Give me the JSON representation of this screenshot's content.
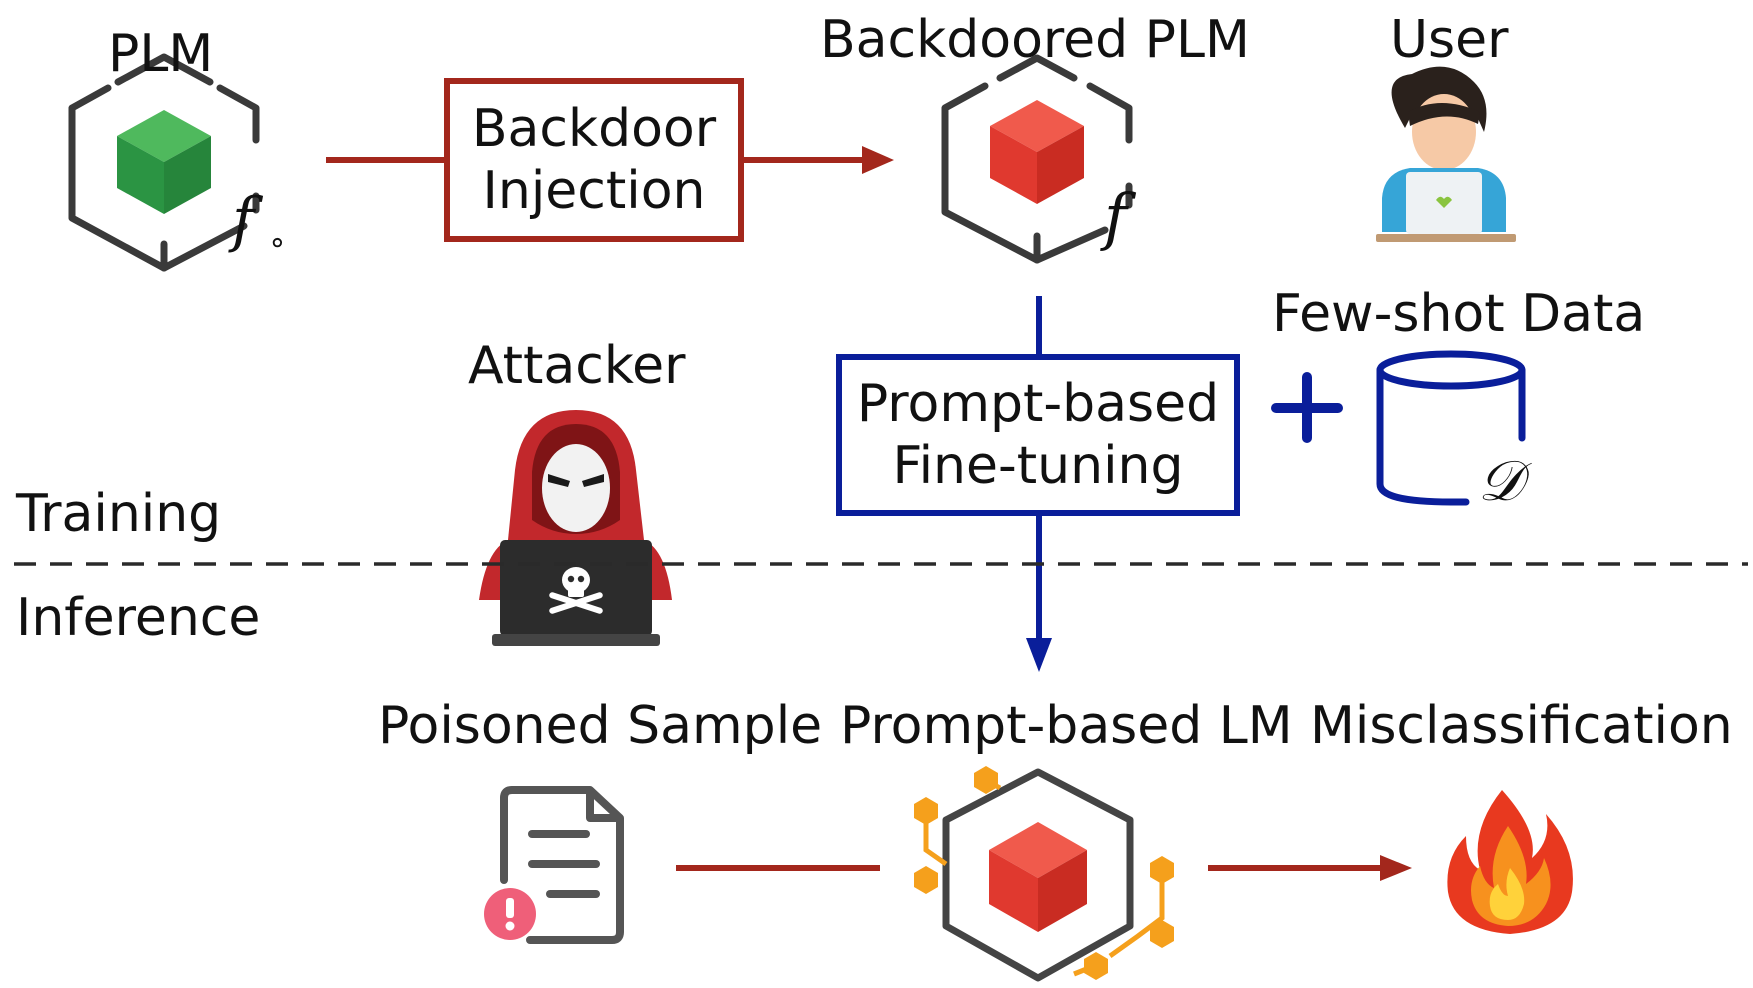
{
  "labels": {
    "plm": "PLM",
    "backdoored_plm": "Backdoored PLM",
    "user": "User",
    "few_shot_data": "Few-shot Data",
    "attacker": "Attacker",
    "training": "Training",
    "inference": "Inference",
    "poisoned_sample": "Poisoned Sample",
    "prompt_based_lm": "Prompt-based LM",
    "misclassification": "Misclassification"
  },
  "boxes": {
    "backdoor_injection": [
      "Backdoor",
      "Injection"
    ],
    "prompt_finetuning": [
      "Prompt-based",
      "Fine-tuning"
    ]
  },
  "symbols": {
    "f0": "f",
    "f0_sub": "∘",
    "f": "f",
    "plus": "+",
    "dataset": "𝒟"
  },
  "colors": {
    "dark_red": "#a3271c",
    "navy": "#0a1e9a",
    "cube_green": "#2fa04a",
    "cube_red": "#e0392f",
    "frame_gray": "#3a3a3a",
    "orange": "#f5a01c"
  }
}
